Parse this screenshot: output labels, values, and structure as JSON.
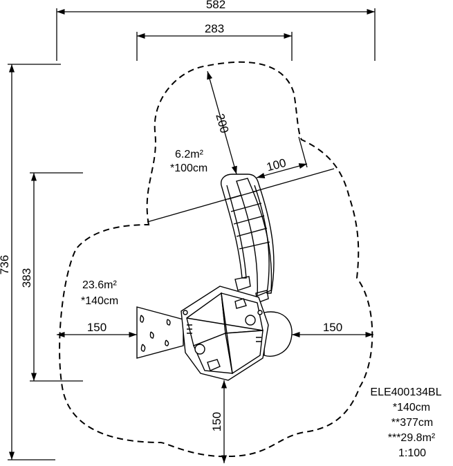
{
  "dimensions": {
    "overall_width": "582",
    "slide_span": "283",
    "overall_height": "736",
    "left_zone_height": "383",
    "slide_runout": "200",
    "slide_side": "100",
    "left_clearance": "150",
    "right_clearance": "150",
    "bottom_clearance": "150"
  },
  "areas": {
    "slide_zone_area": "6.2m²",
    "slide_zone_fall_height": "*100cm",
    "main_zone_area": "23.6m²",
    "main_zone_fall_height": "*140cm"
  },
  "info": {
    "code": "ELE400134BL",
    "fall_height": "*140cm",
    "height": "**377cm",
    "area": "***29.8m²",
    "scale": "1:100"
  }
}
